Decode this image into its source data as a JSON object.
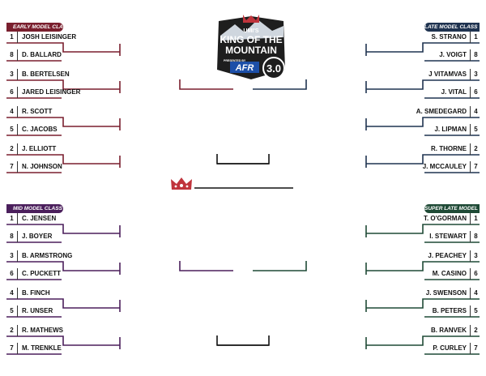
{
  "event": {
    "logo": {
      "line1": "UMI'S",
      "line2": "KING OF THE",
      "line3": "MOUNTAIN",
      "presented": "PRESENTED BY",
      "sponsor": "AFR",
      "version": "3.0"
    }
  },
  "colors": {
    "early": "#7a1f2e",
    "late": "#1f3350",
    "mid": "#4b1f5c",
    "super": "#1f4a36",
    "line": "#111111",
    "crown": "#c0343c"
  },
  "brackets": {
    "early": {
      "title": "EARLY MODEL CLASS",
      "teams": [
        {
          "seed": "1",
          "name": "JOSH LEISINGER"
        },
        {
          "seed": "8",
          "name": "D. BALLARD"
        },
        {
          "seed": "3",
          "name": "B. BERTELSEN"
        },
        {
          "seed": "6",
          "name": "JARED LEISINGER"
        },
        {
          "seed": "4",
          "name": "R. SCOTT"
        },
        {
          "seed": "5",
          "name": "C. JACOBS"
        },
        {
          "seed": "2",
          "name": "J. ELLIOTT"
        },
        {
          "seed": "7",
          "name": "N. JOHNSON"
        }
      ]
    },
    "late": {
      "title": "LATE MODEL CLASS",
      "teams": [
        {
          "seed": "1",
          "name": "S. STRANO"
        },
        {
          "seed": "8",
          "name": "J. VOIGT"
        },
        {
          "seed": "3",
          "name": "J VITAMVAS"
        },
        {
          "seed": "6",
          "name": "J. VITAL"
        },
        {
          "seed": "4",
          "name": "A. SMEDEGARD"
        },
        {
          "seed": "5",
          "name": "J. LIPMAN"
        },
        {
          "seed": "2",
          "name": "R. THORNE"
        },
        {
          "seed": "7",
          "name": "J. MCCAULEY"
        }
      ]
    },
    "mid": {
      "title": "MID MODEL CLASS",
      "teams": [
        {
          "seed": "1",
          "name": "C. JENSEN"
        },
        {
          "seed": "8",
          "name": "J. BOYER"
        },
        {
          "seed": "3",
          "name": "B. ARMSTRONG"
        },
        {
          "seed": "6",
          "name": "C. PUCKETT"
        },
        {
          "seed": "4",
          "name": "B. FINCH"
        },
        {
          "seed": "5",
          "name": "R. UNSER"
        },
        {
          "seed": "2",
          "name": "R. MATHEWS"
        },
        {
          "seed": "7",
          "name": "M. TRENKLE"
        }
      ]
    },
    "super": {
      "title": "SUPER LATE MODEL",
      "teams": [
        {
          "seed": "1",
          "name": "T. O'GORMAN"
        },
        {
          "seed": "8",
          "name": "I. STEWART"
        },
        {
          "seed": "3",
          "name": "J. PEACHEY"
        },
        {
          "seed": "6",
          "name": "M. CASINO"
        },
        {
          "seed": "4",
          "name": "J. SWENSON"
        },
        {
          "seed": "5",
          "name": "B. PETERS"
        },
        {
          "seed": "2",
          "name": "B. RANVEK"
        },
        {
          "seed": "7",
          "name": "P. CURLEY"
        }
      ]
    }
  }
}
